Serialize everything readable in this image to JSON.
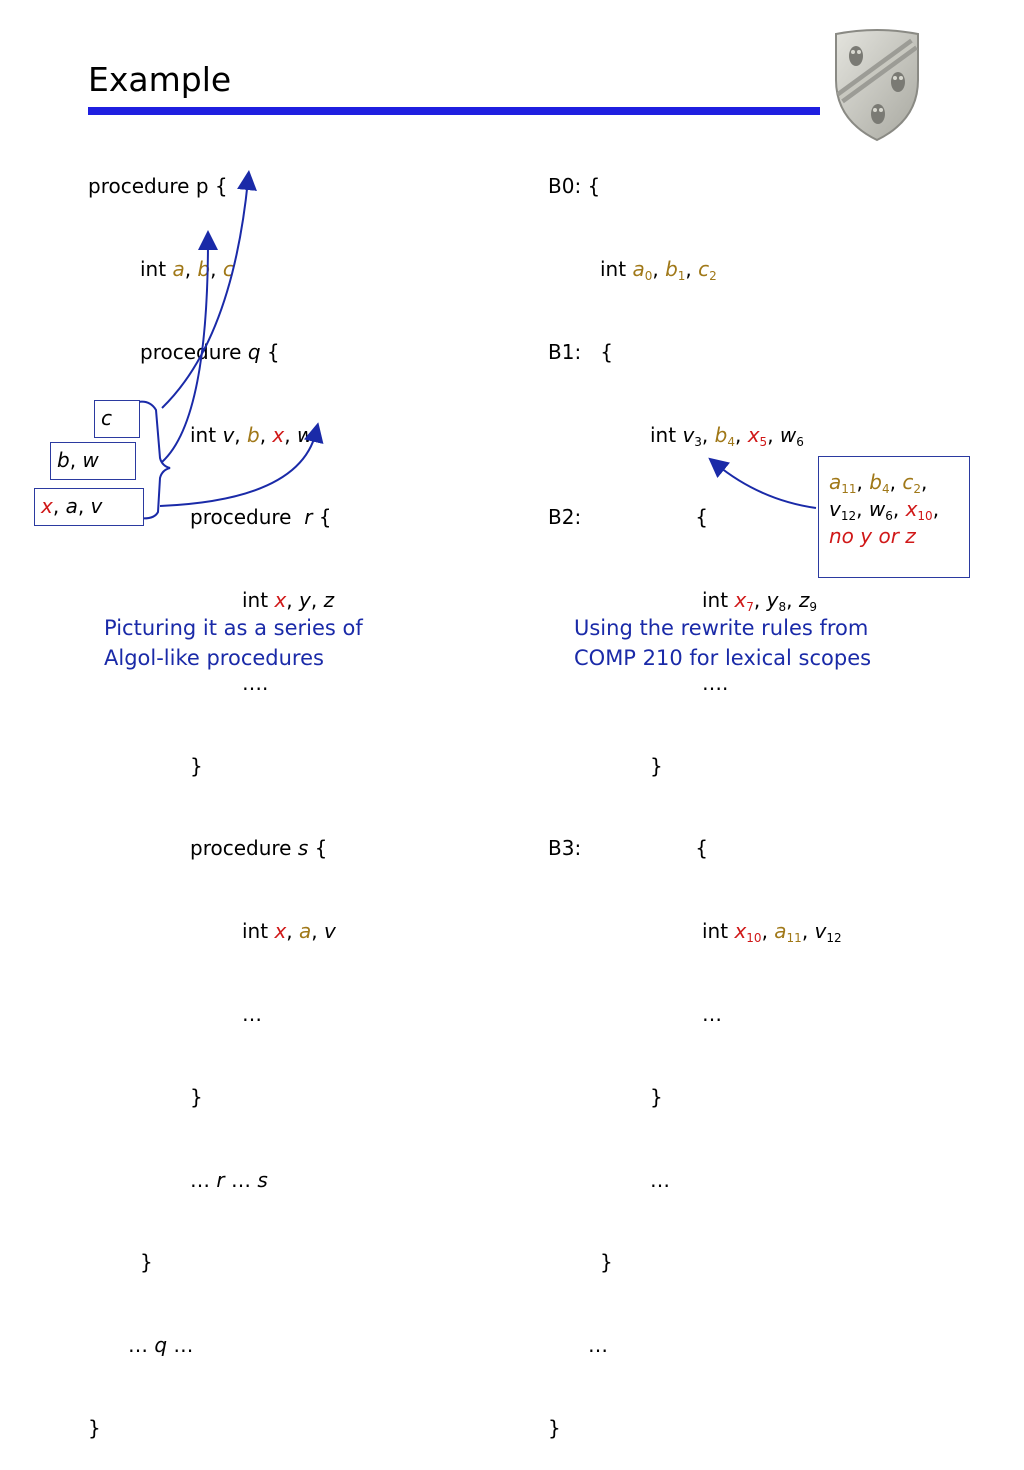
{
  "title": "Example",
  "left_code": {
    "l1": "procedure p {",
    "l2_kw": "int ",
    "l2_vars": [
      "a",
      "b",
      "c"
    ],
    "l3_kw": "procedure ",
    "l3_name": "q",
    "l3_brace": " {",
    "l4_kw": "int ",
    "l4_vars": [
      "v",
      "b",
      "x",
      "w"
    ],
    "l5_kw": "procedure  ",
    "l5_name": "r",
    "l5_brace": " {",
    "l6_kw": "int ",
    "l6_vars": [
      "x",
      "y",
      "z"
    ],
    "l7": "….",
    "l8": "}",
    "l9_kw": "procedure ",
    "l9_name": "s",
    "l9_brace": " {",
    "l10_kw": "int ",
    "l10_vars": [
      "x",
      "a",
      "v"
    ],
    "l11": "…",
    "l12": "}",
    "l13_pre": "… ",
    "l13_r": "r",
    "l13_mid": " … ",
    "l13_s": "s",
    "l14": "}",
    "l15_pre": "… ",
    "l15_q": "q",
    "l15_post": " …",
    "l16": "}"
  },
  "right_code": {
    "r1": "B0: {",
    "r2_kw": "int ",
    "r2_vars": [
      {
        "n": "a",
        "s": "0"
      },
      {
        "n": "b",
        "s": "1"
      },
      {
        "n": "c",
        "s": "2"
      }
    ],
    "r3": "B1:   {",
    "r4_kw": "int ",
    "r4_vars": [
      {
        "n": "v",
        "s": "3"
      },
      {
        "n": "b",
        "s": "4"
      },
      {
        "n": "x",
        "s": "5"
      },
      {
        "n": "w",
        "s": "6"
      }
    ],
    "r5_label": "B2:",
    "r5_brace": "{",
    "r6_kw": "int ",
    "r6_vars": [
      {
        "n": "x",
        "s": "7"
      },
      {
        "n": "y",
        "s": "8"
      },
      {
        "n": "z",
        "s": "9"
      }
    ],
    "r7": "….",
    "r8": "}",
    "r9_label": "B3:",
    "r9_brace": "{",
    "r10_kw": "int ",
    "r10_vars": [
      {
        "n": "x",
        "s": "10"
      },
      {
        "n": "a",
        "s": "11"
      },
      {
        "n": "v",
        "s": "12"
      }
    ],
    "r11": "…",
    "r12": "}",
    "r13": "…",
    "r14": "}",
    "r15": "…",
    "r16": "}"
  },
  "scope_boxes": {
    "c": "c",
    "bw_b": "b",
    "bw_w": "w",
    "xav_x": "x",
    "xav_a": "a",
    "xav_v": "v"
  },
  "callout": {
    "a": "a",
    "a_s": "11",
    "b": "b",
    "b_s": "4",
    "c": "c",
    "c_s": "2",
    "v": "v",
    "v_s": "12",
    "w": "w",
    "w_s": "6",
    "x": "x",
    "x_s": "10",
    "note": "no y or z"
  },
  "captions": {
    "left": [
      "Picturing it as a series of",
      "Algol-like procedures"
    ],
    "right": [
      "Using the rewrite rules from",
      "COMP 210 for lexical scopes"
    ]
  },
  "colors": {
    "red": "#d01818",
    "gold": "#a07818",
    "blue": "#1a2aa8",
    "rule": "#1f1fe0"
  },
  "icons": {
    "seal": "owl-crest-icon"
  }
}
